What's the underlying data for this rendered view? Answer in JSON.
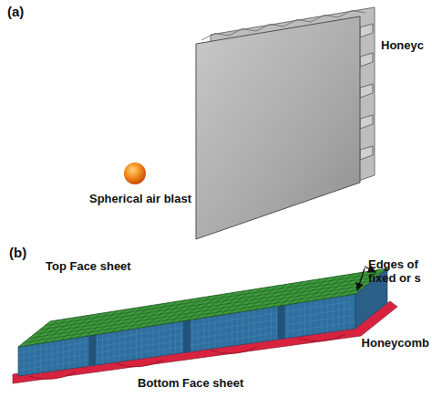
{
  "diagram": {
    "labels": [
      "(a)",
      "Spherical air blast",
      "Honeyc",
      "(b)",
      "Top Face sheet",
      "Edges of fixed or s",
      "Honeycomb",
      "Bottom Face sheet"
    ]
  }
}
